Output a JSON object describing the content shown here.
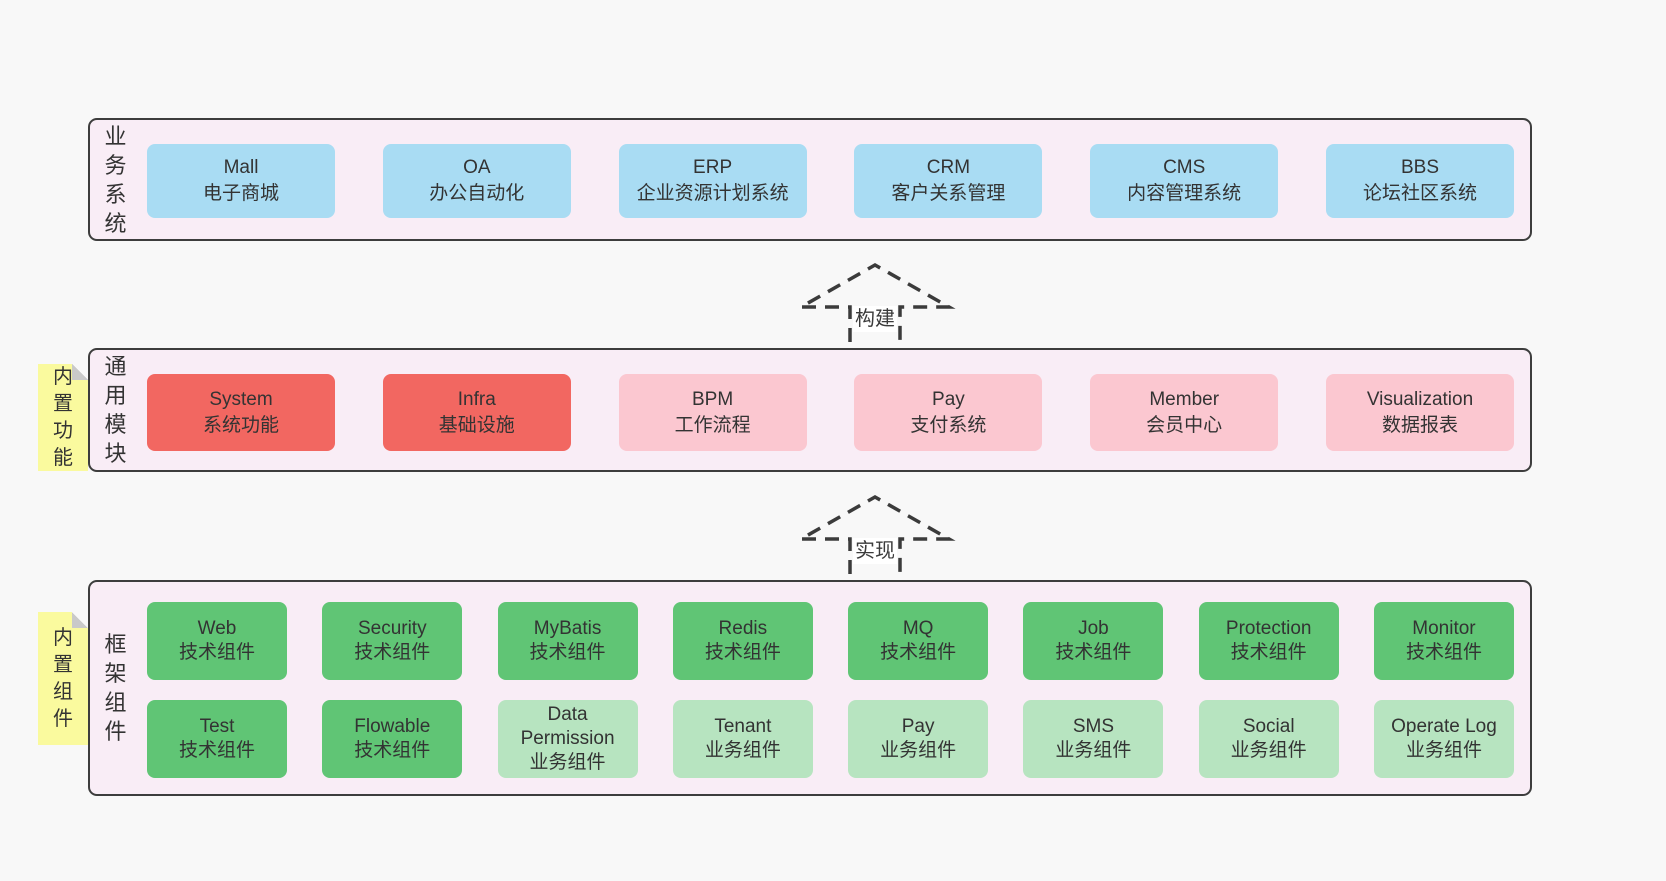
{
  "colors": {
    "page_bg": "#f8f8f8",
    "panel_bg": "#f9edf6",
    "panel_border": "#3d3d3d",
    "blue": "#a9dcf3",
    "red": "#f26761",
    "pink": "#fbc7d0",
    "green_dark": "#60c575",
    "green_light": "#b7e4c0",
    "note_yellow": "#fafa9e",
    "fold_gray": "#c9c9c9",
    "text": "#333333"
  },
  "sections": [
    {
      "label": "业务系统",
      "items": [
        {
          "title": "Mall",
          "subtitle": "电子商城"
        },
        {
          "title": "OA",
          "subtitle": "办公自动化"
        },
        {
          "title": "ERP",
          "subtitle": "企业资源计划系统"
        },
        {
          "title": "CRM",
          "subtitle": "客户关系管理"
        },
        {
          "title": "CMS",
          "subtitle": "内容管理系统"
        },
        {
          "title": "BBS",
          "subtitle": "论坛社区系统"
        }
      ]
    },
    {
      "label": "通用模块",
      "note": "内置功能",
      "items": [
        {
          "title": "System",
          "subtitle": "系统功能",
          "variant": "red"
        },
        {
          "title": "Infra",
          "subtitle": "基础设施",
          "variant": "red"
        },
        {
          "title": "BPM",
          "subtitle": "工作流程",
          "variant": "pink"
        },
        {
          "title": "Pay",
          "subtitle": "支付系统",
          "variant": "pink"
        },
        {
          "title": "Member",
          "subtitle": "会员中心",
          "variant": "pink"
        },
        {
          "title": "Visualization",
          "subtitle": "数据报表",
          "variant": "pink"
        }
      ]
    },
    {
      "label": "框架组件",
      "note": "内置组件",
      "rows": [
        [
          {
            "title": "Web",
            "subtitle": "技术组件",
            "variant": "green"
          },
          {
            "title": "Security",
            "subtitle": "技术组件",
            "variant": "green"
          },
          {
            "title": "MyBatis",
            "subtitle": "技术组件",
            "variant": "green"
          },
          {
            "title": "Redis",
            "subtitle": "技术组件",
            "variant": "green"
          },
          {
            "title": "MQ",
            "subtitle": "技术组件",
            "variant": "green"
          },
          {
            "title": "Job",
            "subtitle": "技术组件",
            "variant": "green"
          },
          {
            "title": "Protection",
            "subtitle": "技术组件",
            "variant": "green"
          },
          {
            "title": "Monitor",
            "subtitle": "技术组件",
            "variant": "green"
          }
        ],
        [
          {
            "title": "Test",
            "subtitle": "技术组件",
            "variant": "green"
          },
          {
            "title": "Flowable",
            "subtitle": "技术组件",
            "variant": "green"
          },
          {
            "title": "Data Permission",
            "subtitle": "业务组件",
            "variant": "green-light"
          },
          {
            "title": "Tenant",
            "subtitle": "业务组件",
            "variant": "green-light"
          },
          {
            "title": "Pay",
            "subtitle": "业务组件",
            "variant": "green-light"
          },
          {
            "title": "SMS",
            "subtitle": "业务组件",
            "variant": "green-light"
          },
          {
            "title": "Social",
            "subtitle": "业务组件",
            "variant": "green-light"
          },
          {
            "title": "Operate Log",
            "subtitle": "业务组件",
            "variant": "green-light"
          }
        ]
      ]
    }
  ],
  "arrows": [
    {
      "label": "构建"
    },
    {
      "label": "实现"
    }
  ]
}
